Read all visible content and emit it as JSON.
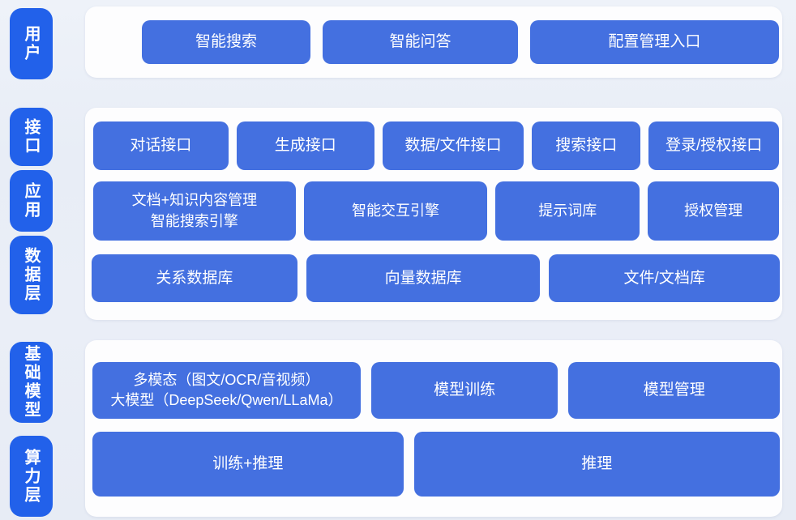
{
  "colors": {
    "background": "#e9edf6",
    "panel": "#fdfdfe",
    "node_blue": "#4470e0",
    "layer_pill_blue": "#2261ea",
    "text_white": "#ffffff"
  },
  "pills": {
    "user": "用户",
    "interface": "接口",
    "application": "应用",
    "data_layer": "数据层",
    "base_model": "基础模型",
    "compute_layer": "算力层"
  },
  "user_section": {
    "smart_search": "智能搜索",
    "smart_qa": "智能问答",
    "config_entry": "配置管理入口"
  },
  "interface_row": {
    "dialog_api": "对话接口",
    "generate_api": "生成接口",
    "data_file_api": "数据/文件接口",
    "search_api": "搜索接口",
    "login_auth_api": "登录/授权接口"
  },
  "application_row": {
    "doc_knowledge_line1": "文档+知识内容管理",
    "doc_knowledge_line2": "智能搜索引擎",
    "interaction_engine": "智能交互引擎",
    "prompt_library": "提示词库",
    "auth_management": "授权管理"
  },
  "data_row": {
    "relational_db": "关系数据库",
    "vector_db": "向量数据库",
    "file_doc_store": "文件/文档库"
  },
  "model_row": {
    "multimodal_line1": "多模态（图文/OCR/音视频）",
    "multimodal_line2": "大模型（DeepSeek/Qwen/LLaMa）",
    "model_training": "模型训练",
    "model_management": "模型管理"
  },
  "compute_row": {
    "train_inference": "训练+推理",
    "inference": "推理"
  }
}
